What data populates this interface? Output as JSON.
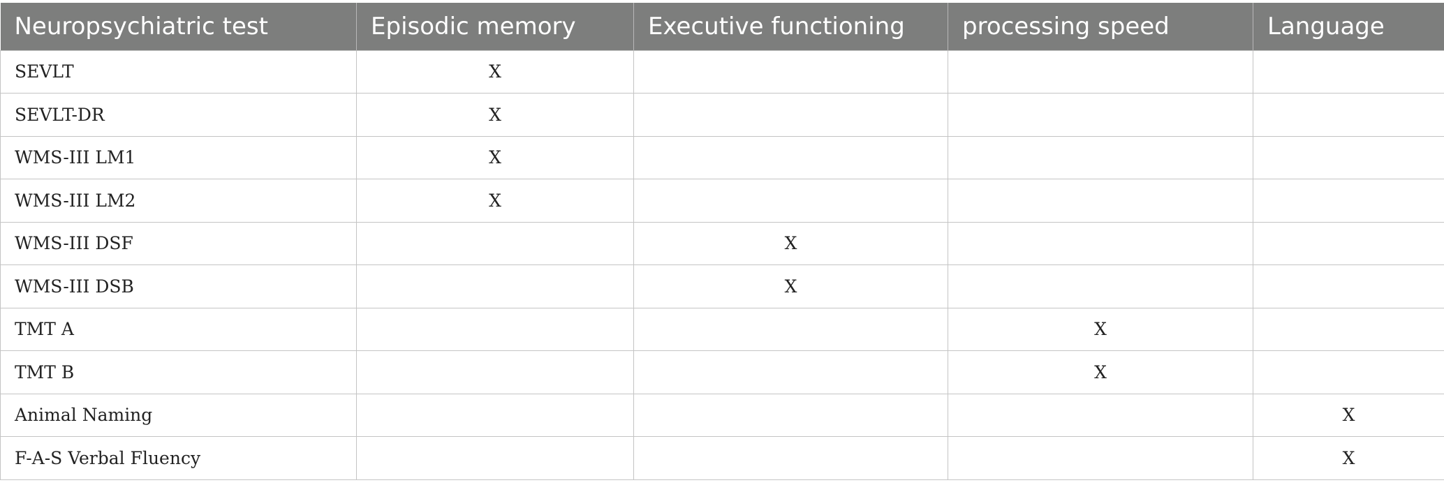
{
  "table": {
    "headers": [
      "Neuropsychiatric test",
      "Episodic memory",
      "Executive functioning",
      "processing speed",
      "Language"
    ],
    "rows": [
      [
        "SEVLT",
        "X",
        "",
        "",
        ""
      ],
      [
        "SEVLT-DR",
        "X",
        "",
        "",
        ""
      ],
      [
        "WMS-III LM1",
        "X",
        "",
        "",
        ""
      ],
      [
        "WMS-III LM2",
        "X",
        "",
        "",
        ""
      ],
      [
        "WMS-III DSF",
        "",
        "X",
        "",
        ""
      ],
      [
        "WMS-III DSB",
        "",
        "X",
        "",
        ""
      ],
      [
        "TMT A",
        "",
        "",
        "X",
        ""
      ],
      [
        "TMT B",
        "",
        "",
        "X",
        ""
      ],
      [
        "Animal Naming",
        "",
        "",
        "",
        "X"
      ],
      [
        "F-A-S Verbal Fluency",
        "",
        "",
        "",
        "X"
      ]
    ]
  },
  "colors": {
    "header_background": "#7d7e7d",
    "header_text": "#ffffff",
    "grid_line": "#c4c4c4"
  }
}
